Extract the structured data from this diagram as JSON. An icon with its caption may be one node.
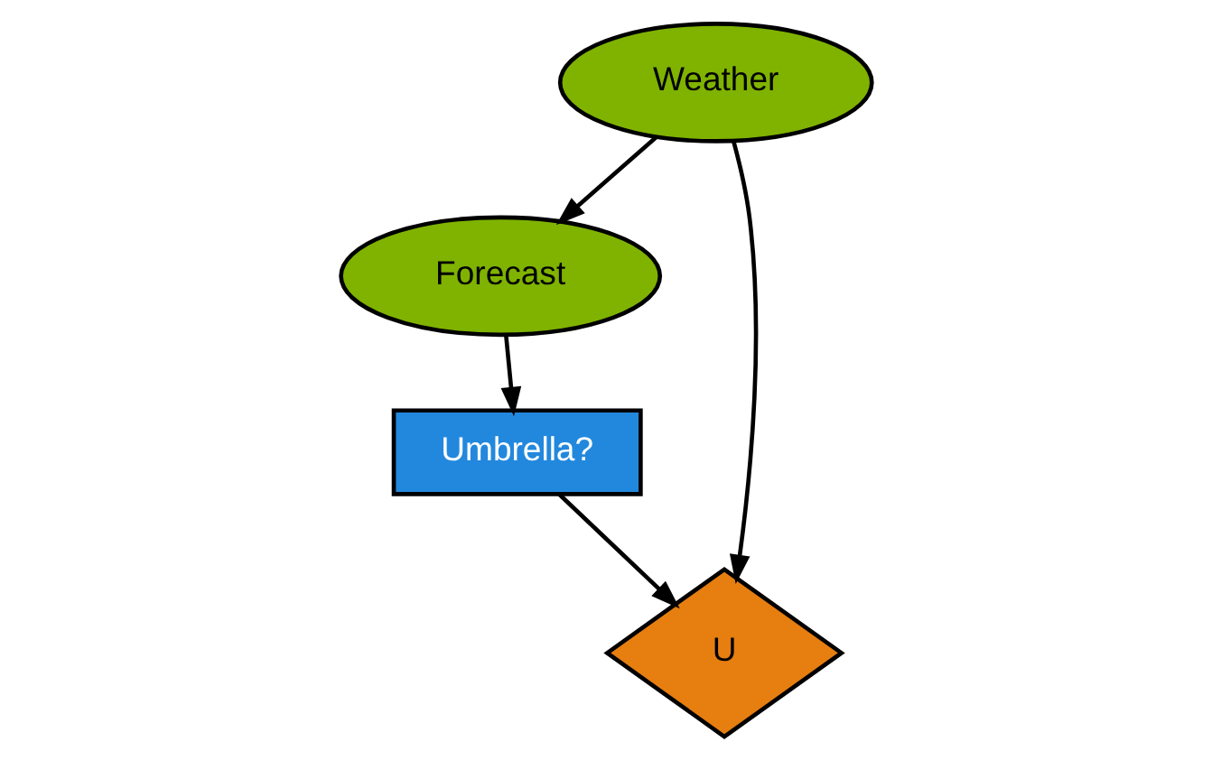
{
  "diagram": {
    "nodes": [
      {
        "text": [
          "Weather"
        ]
      },
      {
        "text": [
          "Forecast"
        ]
      },
      {
        "text": [
          "Umbrella?"
        ]
      },
      {
        "text": [
          "U"
        ]
      }
    ],
    "edges": [
      {
        "from": 0,
        "to": 1,
        "arrow": "to"
      },
      {
        "from": 0,
        "to": 3,
        "arrow": "to"
      },
      {
        "from": 1,
        "to": 2,
        "arrow": "to"
      },
      {
        "from": 2,
        "to": 3,
        "arrow": "to"
      }
    ]
  }
}
